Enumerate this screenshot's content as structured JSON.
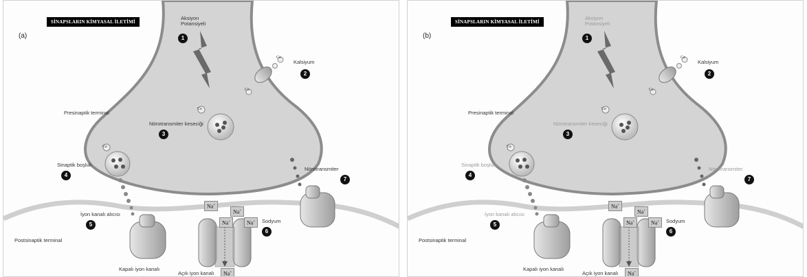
{
  "title": "SİNAPSLARIN KİMYASAL İLETİMİ",
  "panels": [
    {
      "letter": "(a)",
      "labels": {
        "aksiyon": "Aksiyon\nPotansiyeli",
        "kalsiyum": "Kalsiyum",
        "presinaptik": "Presinaptik terminal",
        "vesicle": "Nörotransmiter keseciği",
        "sinaptik": "Sinaptik boşluk",
        "norotransmiter": "Nörotransmiter",
        "iyon_alici": "İyon kanalı alıcısı",
        "sodyum": "Sodyum",
        "postsinaptik": "Postsinaptik terminal",
        "kapali": "Kapalı iyon kanalı",
        "acik": "Açık iyon kanalı"
      },
      "na": "Na",
      "ca": "Ca",
      "numbers": [
        "1",
        "2",
        "3",
        "4",
        "5",
        "6",
        "7"
      ]
    },
    {
      "letter": "(b)",
      "labels": {
        "aksiyon": "Aksiyon\nPotansiyeli",
        "kalsiyum": "Kalsiyum",
        "presinaptik": "Presinaptik terminal",
        "vesicle": "Nörotransmiter keseciği",
        "sinaptik": "Sinaptik boşluk",
        "norotransmiter": "Nörotransmiter",
        "iyon_alici": "İyon kanalı alıcısı",
        "sodyum": "Sodyum",
        "postsinaptik": "Postsinaptik terminal",
        "kapali": "Kapalı iyon kanalı",
        "acik": "Açık iyon kanalı"
      },
      "na": "Na",
      "ca": "Ca",
      "numbers": [
        "1",
        "2",
        "3",
        "4",
        "5",
        "6",
        "7"
      ]
    }
  ],
  "colors": {
    "terminal_fill": "#d4d4d4",
    "terminal_stroke": "#8c8c8c",
    "background": "#f4f4f4"
  }
}
